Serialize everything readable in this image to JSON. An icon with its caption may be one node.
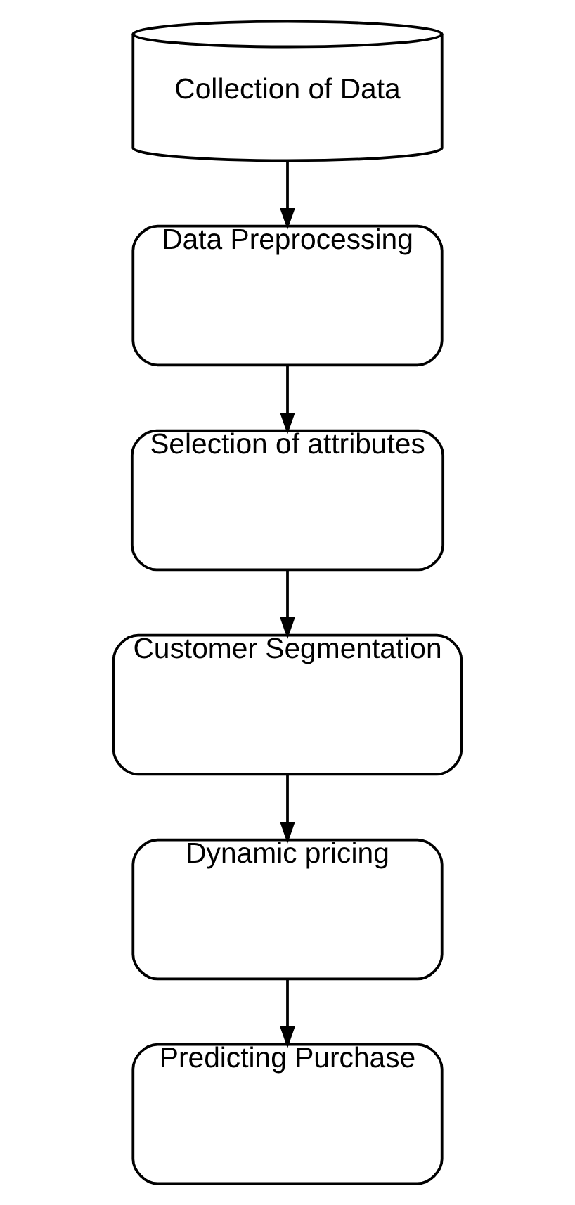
{
  "diagram": {
    "nodes": [
      {
        "text": [
          "Collection of Data"
        ]
      },
      {
        "text": [
          "Data Preprocessing"
        ]
      },
      {
        "text": [
          "Selection of attributes"
        ]
      },
      {
        "text": [
          "Customer Segmentation"
        ]
      },
      {
        "text": [
          "Dynamic pricing"
        ]
      },
      {
        "text": [
          "Predicting Purchase"
        ]
      }
    ],
    "edges": [
      {
        "from": 0,
        "to": 1,
        "arrow": "to"
      },
      {
        "from": 1,
        "to": 2,
        "arrow": "to"
      },
      {
        "from": 2,
        "to": 3,
        "arrow": "to"
      },
      {
        "from": 3,
        "to": 4,
        "arrow": "to"
      },
      {
        "from": 4,
        "to": 5,
        "arrow": "to"
      }
    ]
  }
}
